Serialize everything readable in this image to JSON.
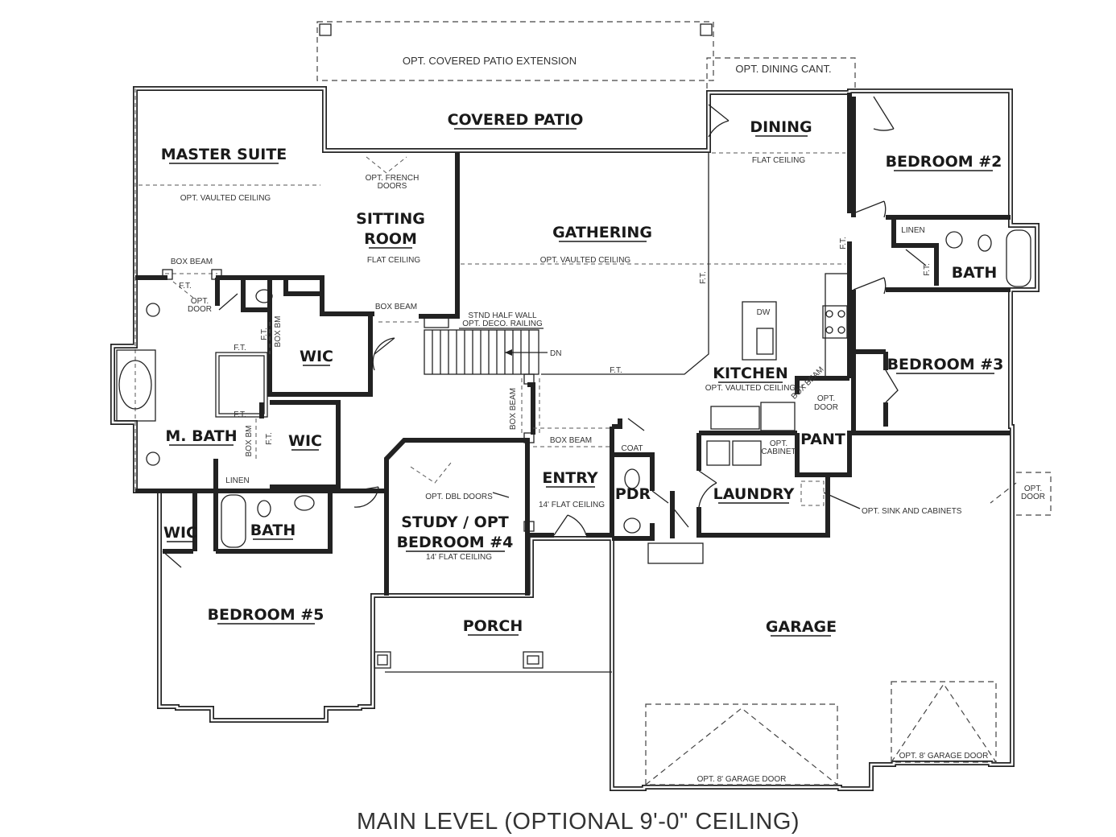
{
  "plan": {
    "caption": "MAIN LEVEL (OPTIONAL 9'-0\" CEILING)",
    "rooms": {
      "covered_patio": "COVERED PATIO",
      "master_suite": "MASTER SUITE",
      "sitting_room_1": "SITTING",
      "sitting_room_2": "ROOM",
      "gathering": "GATHERING",
      "dining": "DINING",
      "bedroom2": "BEDROOM #2",
      "bath_upper": "BATH",
      "bedroom3": "BEDROOM #3",
      "kitchen": "KITCHEN",
      "pant": "PANT",
      "wic_upper": "WIC",
      "m_bath": "M. BATH",
      "wic_middle": "WIC",
      "wic_lower": "WIC",
      "bath_lower": "BATH",
      "study_1": "STUDY / OPT",
      "study_2": "BEDROOM #4",
      "entry": "ENTRY",
      "pdr": "PDR",
      "laundry": "LAUNDRY",
      "bedroom5": "BEDROOM #5",
      "porch": "PORCH",
      "garage": "GARAGE"
    },
    "notes": {
      "opt_patio_ext": "OPT. COVERED PATIO EXTENSION",
      "opt_dining_cant": "OPT. DINING CANT.",
      "flat_ceiling_dining": "FLAT CEILING",
      "opt_vaulted_master": "OPT. VAULTED CEILING",
      "opt_french_1": "OPT. FRENCH",
      "opt_french_2": "DOORS",
      "flat_ceiling_sitting": "FLAT CEILING",
      "opt_vaulted_gathering": "OPT. VAULTED CEILING",
      "box_beam_1": "BOX BEAM",
      "box_beam_2": "BOX BEAM",
      "box_beam_3": "BOX BEAM",
      "box_beam_4": "BOX BEAM",
      "box_beam_kitchen": "BOX BEAM",
      "box_bm_1": "BOX BM",
      "box_bm_2": "BOX BM",
      "stnd_half_wall": "STND HALF WALL",
      "opt_deco_railing": "OPT. DECO. RAILING",
      "dn": "DN",
      "ft_1": "F.T.",
      "ft_2": "F.T.",
      "ft_3": "F.T.",
      "ft_4": "F.T.",
      "ft_5": "F.T.",
      "ft_6": "F.T.",
      "ft_7": "F.T.",
      "ft_8": "F.T.",
      "ft_9": "F.T.",
      "opt_door_master_1": "OPT.",
      "opt_door_master_2": "DOOR",
      "opt_vaulted_kitchen": "OPT. VAULTED CEILING",
      "dw": "DW",
      "linen_upper": "LINEN",
      "linen_lower": "LINEN",
      "opt_door_pant_1": "OPT.",
      "opt_door_pant_2": "DOOR",
      "opt_cabinet_1": "OPT.",
      "opt_cabinet_2": "CABINET",
      "coat": "COAT",
      "opt_dbl_doors": "OPT. DBL DOORS",
      "flat_14_entry": "14' FLAT CEILING",
      "flat_14_study": "14' FLAT CEILING",
      "opt_sink_cab": "OPT. SINK AND CABINETS",
      "opt_door_garage_1": "OPT.",
      "opt_door_garage_2": "DOOR",
      "garage_door_1": "OPT. 8' GARAGE DOOR",
      "garage_door_2": "OPT. 8' GARAGE DOOR"
    }
  }
}
